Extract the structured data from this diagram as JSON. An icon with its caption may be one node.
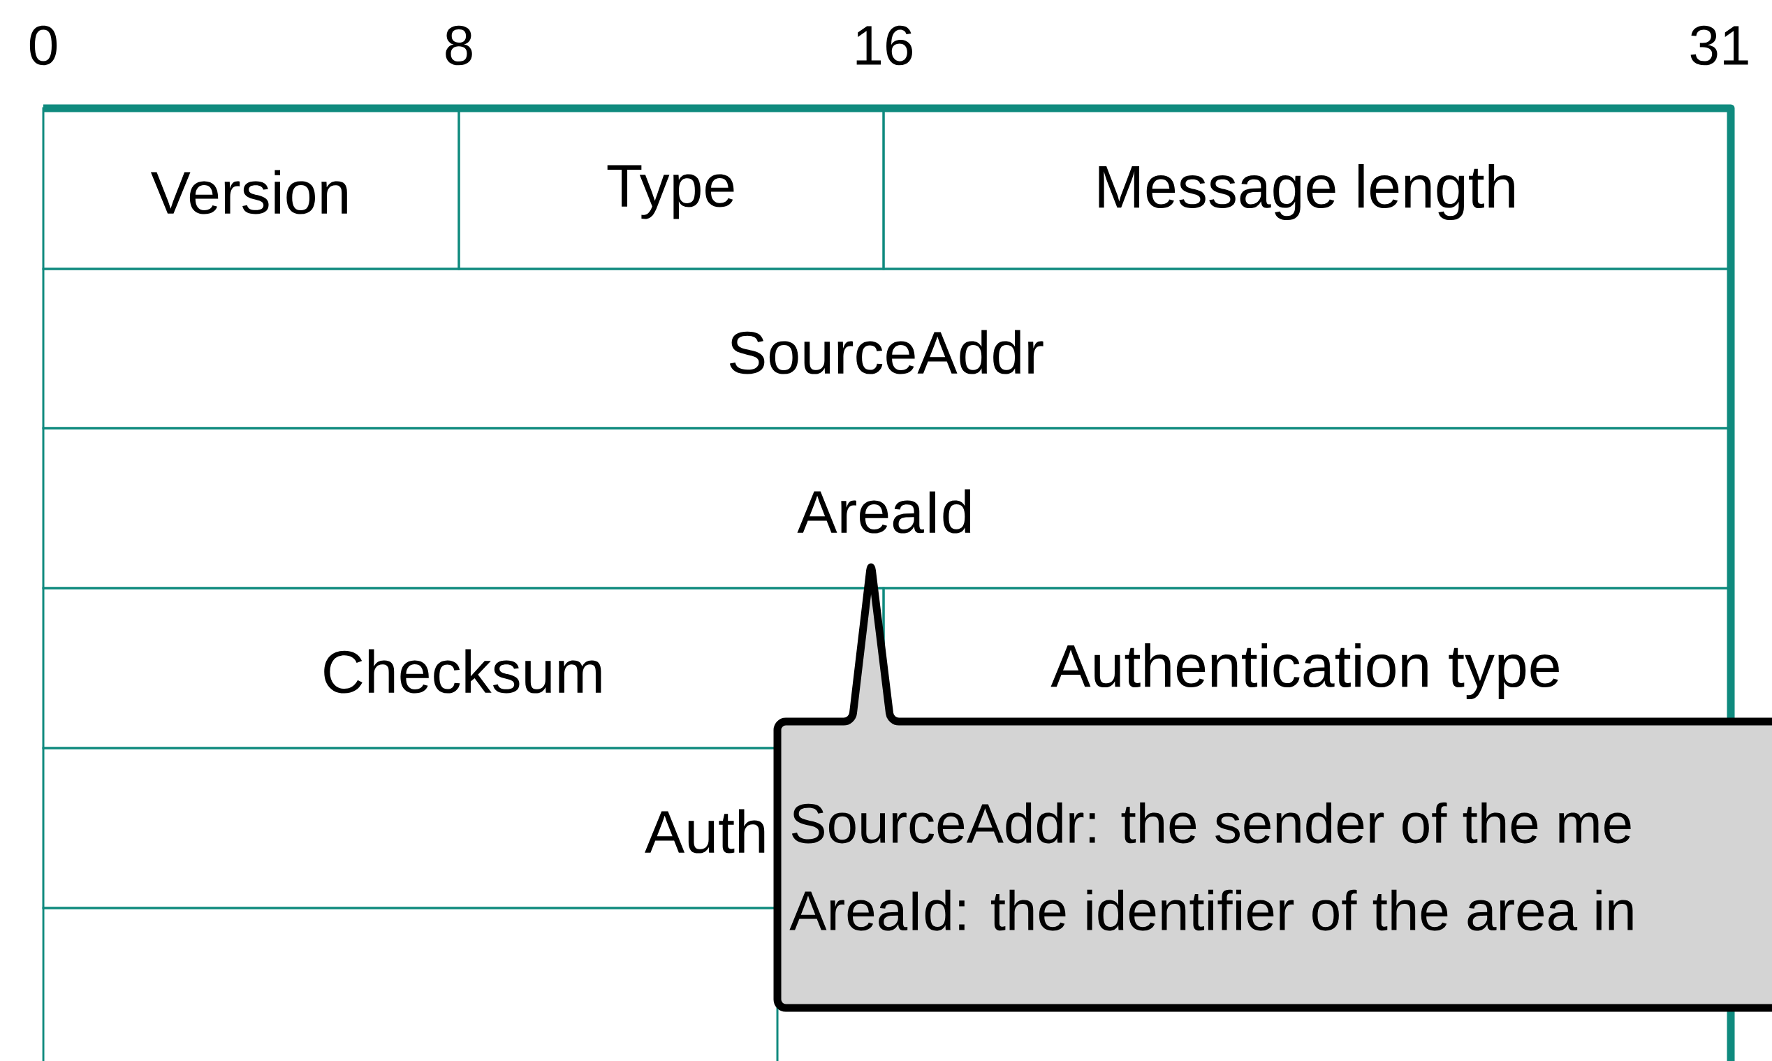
{
  "diagram": {
    "nodes": [
      {
        "text": [
          "Version"
        ]
      },
      {
        "text": [
          "Type"
        ]
      },
      {
        "text": [
          "Message length"
        ]
      },
      {
        "text": [
          "SourceAddr"
        ]
      },
      {
        "text": [
          "AreaId"
        ]
      },
      {
        "text": [
          "Checksum"
        ]
      },
      {
        "text": [
          "Authentication type"
        ]
      },
      {
        "text": [
          "Auth"
        ]
      },
      {
        "text": [],
        "shape": "box"
      },
      {
        "text": [
          "SourceAddr: the sender of the me",
          "AreaId: the identifier of the area in"
        ]
      }
    ],
    "labels": [
      "0",
      "8",
      "16",
      "31"
    ]
  }
}
